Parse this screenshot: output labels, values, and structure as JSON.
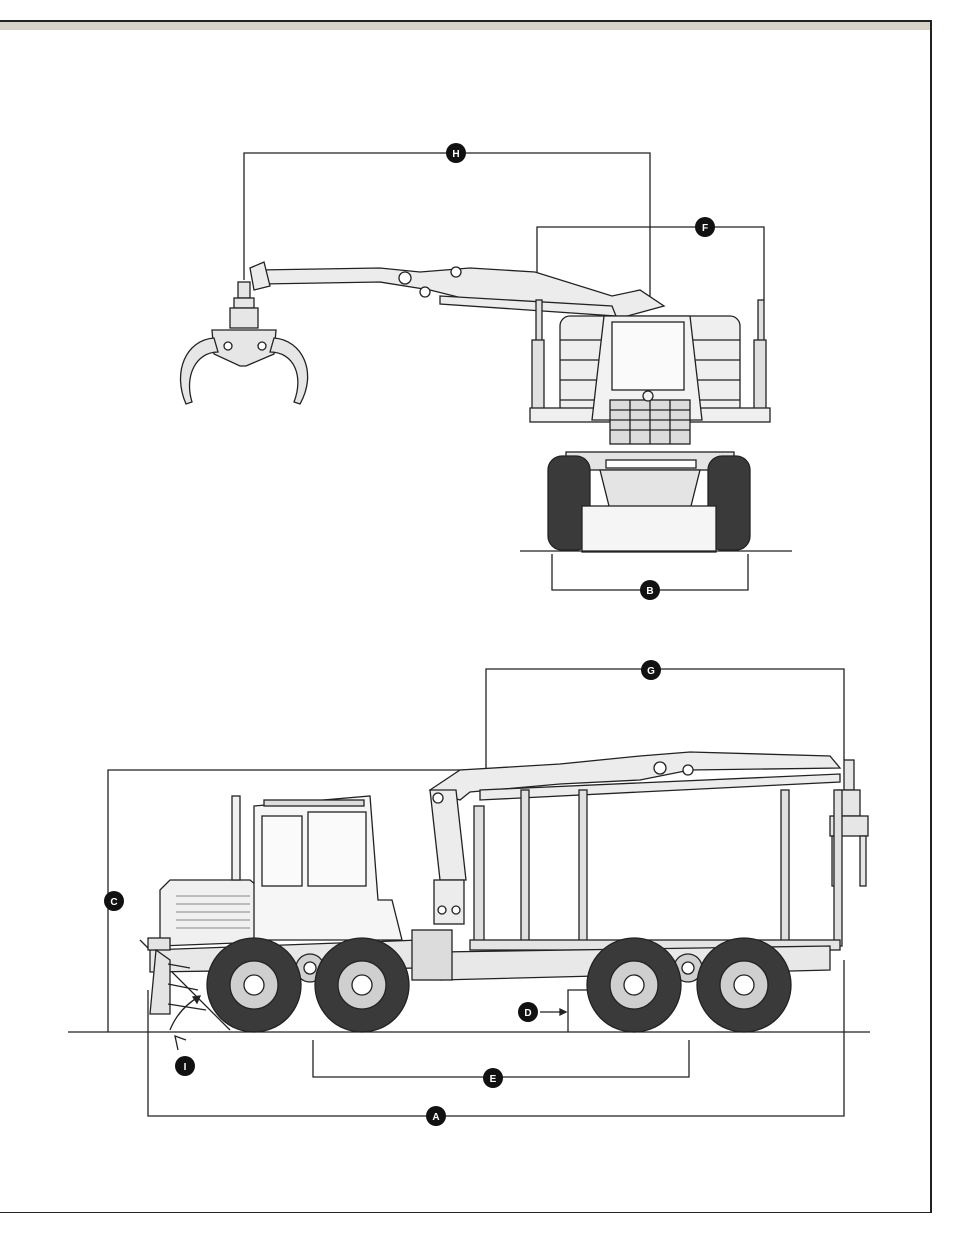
{
  "labels": {
    "A": "A",
    "B": "B",
    "C": "C",
    "D": "D",
    "E": "E",
    "F": "F",
    "G": "G",
    "H": "H",
    "I": "I"
  },
  "colors": {
    "outline": "#222222",
    "body_fill": "#e6e6e6",
    "tire_fill": "#3a3a3a",
    "hub_fill": "#cfcfcf",
    "accent_band": "#d8d2c6"
  }
}
